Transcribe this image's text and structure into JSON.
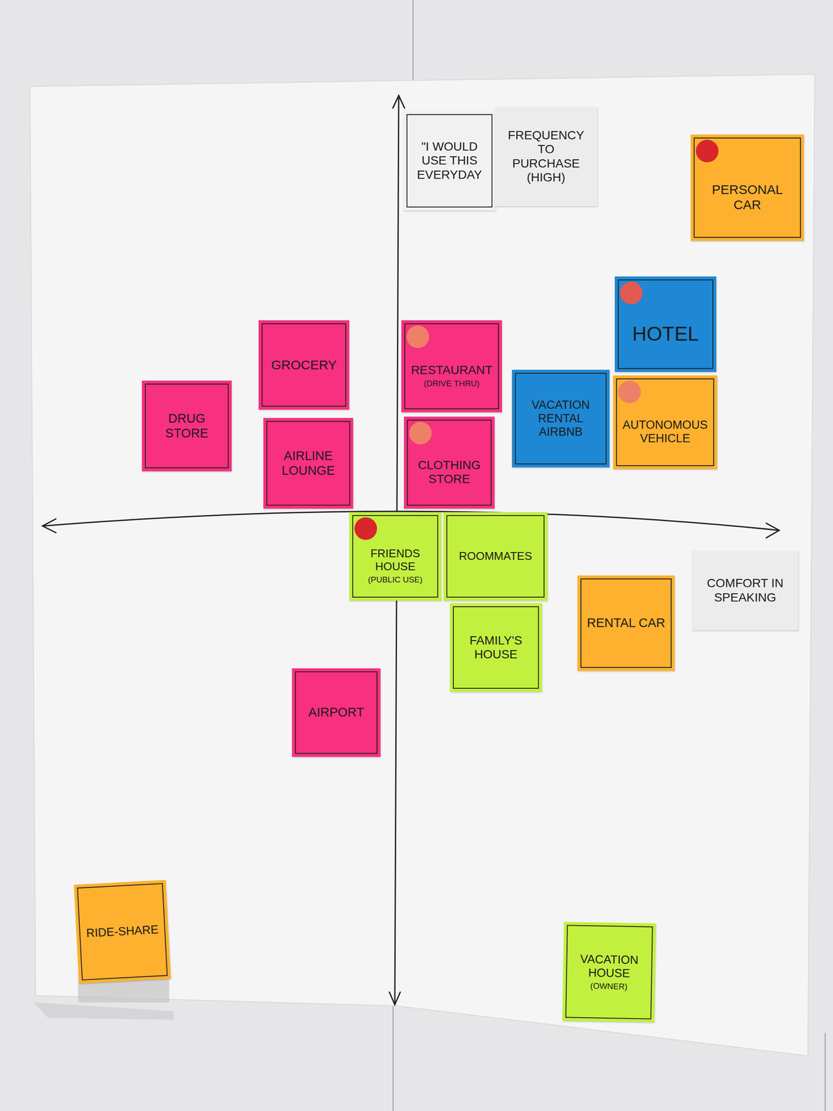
{
  "diagram": {
    "nodes": [
      {
        "text": [
          "\"I WOULD USE THIS EVERYDAY"
        ]
      },
      {
        "text": [
          "FREQUENCY TO PURCHASE (HIGH)"
        ]
      },
      {
        "text": [
          "PERSONAL CAR"
        ]
      },
      {
        "text": [
          "HOTEL"
        ]
      },
      {
        "text": [
          "GROCERY"
        ]
      },
      {
        "text": [
          "RESTAURANT",
          "(DRIVE THRU)"
        ]
      },
      {
        "text": [
          "VACATION RENTAL AIRBNB"
        ]
      },
      {
        "text": [
          "AUTONOMOUS VEHICLE"
        ]
      },
      {
        "text": [
          "DRUG STORE"
        ]
      },
      {
        "text": [
          "AIRLINE LOUNGE"
        ]
      },
      {
        "text": [
          "CLOTHING STORE"
        ]
      },
      {
        "text": [
          "FRIENDS HOUSE",
          "(PUBLIC USE)"
        ]
      },
      {
        "text": [
          "ROOMMATES"
        ]
      },
      {
        "text": [
          "FAMILY'S HOUSE"
        ]
      },
      {
        "text": [
          "RENTAL CAR"
        ]
      },
      {
        "text": [
          "COMFORT IN SPEAKING"
        ]
      },
      {
        "text": [
          "AIRPORT"
        ]
      },
      {
        "text": [
          "RIDE-SHARE"
        ]
      },
      {
        "text": [
          "VACATION HOUSE",
          "(OWNER)"
        ]
      }
    ]
  }
}
